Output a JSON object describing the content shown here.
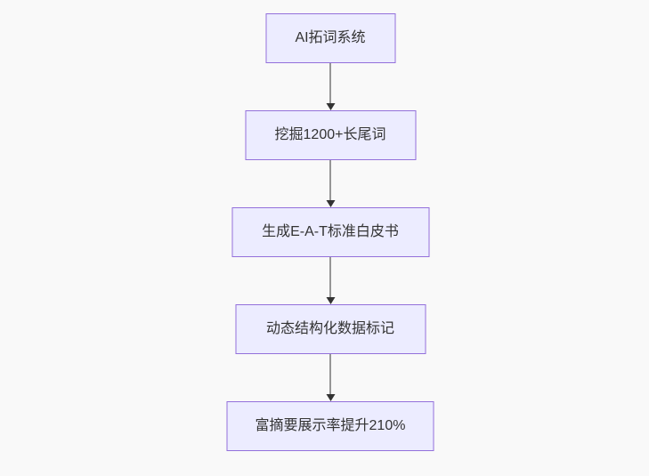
{
  "flowchart": {
    "direction": "top-down",
    "nodes": [
      {
        "label": "AI拓词系统"
      },
      {
        "label": "挖掘1200+长尾词"
      },
      {
        "label": "生成E-A-T标准白皮书"
      },
      {
        "label": "动态结构化数据标记"
      },
      {
        "label": "富摘要展示率提升210%"
      }
    ],
    "edges": [
      {
        "from": 0,
        "to": 1
      },
      {
        "from": 1,
        "to": 2
      },
      {
        "from": 2,
        "to": 3
      },
      {
        "from": 3,
        "to": 4
      }
    ],
    "colors": {
      "background": "#f9f9f9",
      "node_fill": "#ECECFF",
      "node_border": "#9370DB",
      "text": "#333333",
      "arrow": "#333333"
    }
  }
}
